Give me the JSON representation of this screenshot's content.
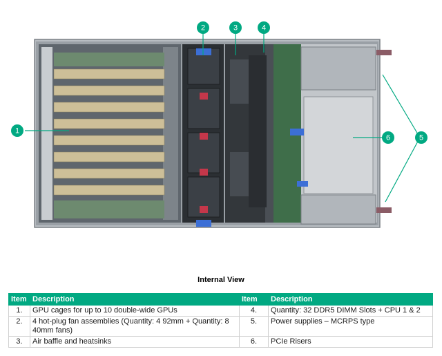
{
  "figure": {
    "caption": "Internal View",
    "accent_color": "#01a982",
    "callouts": [
      {
        "label": "1",
        "target": "gpu-cages"
      },
      {
        "label": "2",
        "target": "fan-assemblies"
      },
      {
        "label": "3",
        "target": "air-baffle"
      },
      {
        "label": "4",
        "target": "dimm-slots"
      },
      {
        "label": "5",
        "target": "power-supplies"
      },
      {
        "label": "6",
        "target": "pcie-risers"
      }
    ]
  },
  "legend": {
    "headers": {
      "item": "Item",
      "description": "Description"
    },
    "rows": [
      {
        "left_item": "1.",
        "left_desc": "GPU cages for up to 10 double-wide GPUs",
        "right_item": "4.",
        "right_desc": "Quantity: 32 DDR5 DIMM Slots + CPU 1 & 2"
      },
      {
        "left_item": "2.",
        "left_desc": "4 hot-plug fan assemblies (Quantity: 4 92mm + Quantity: 8 40mm fans)",
        "right_item": "5.",
        "right_desc": "Power supplies – MCRPS type"
      },
      {
        "left_item": "3.",
        "left_desc": "Air baffle and heatsinks",
        "right_item": "6.",
        "right_desc": "PCIe Risers"
      }
    ]
  }
}
